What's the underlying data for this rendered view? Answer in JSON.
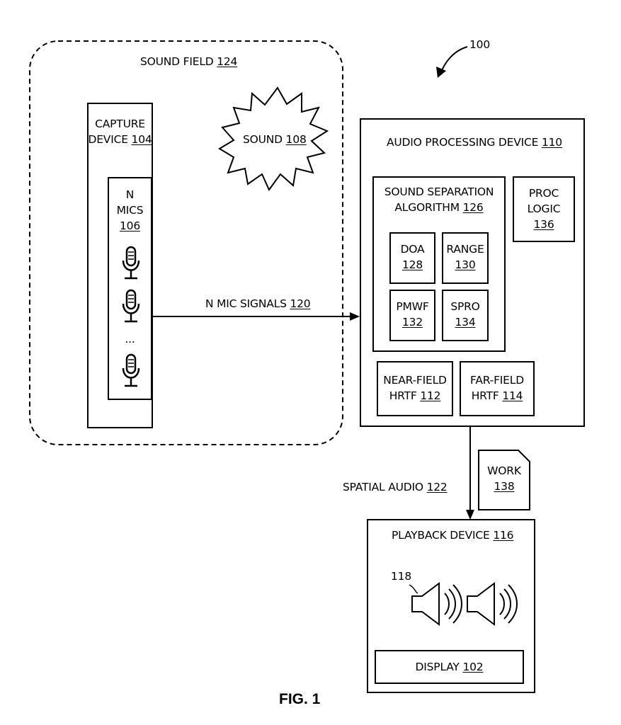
{
  "ref_100": "100",
  "sound_field": {
    "label": "SOUND FIELD",
    "ref": "124"
  },
  "sound": {
    "label": "SOUND",
    "ref": "108"
  },
  "capture_device": {
    "line1": "CAPTURE",
    "line2": "DEVICE",
    "ref": "104"
  },
  "mics": {
    "line1": "N",
    "line2": "MICS",
    "ref": "106",
    "ellipsis": "..."
  },
  "n_mic_signals": {
    "label": "N MIC SIGNALS",
    "ref": "120"
  },
  "audio_processing_device": {
    "label": "AUDIO PROCESSING DEVICE",
    "ref": "110"
  },
  "sound_separation": {
    "line1": "SOUND SEPARATION",
    "line2": "ALGORITHM",
    "ref": "126"
  },
  "doa": {
    "label": "DOA",
    "ref": "128"
  },
  "range": {
    "label": "RANGE",
    "ref": "130"
  },
  "pmwf": {
    "label": "PMWF",
    "ref": "132"
  },
  "spro": {
    "label": "SPRO",
    "ref": "134"
  },
  "proc_logic": {
    "line1": "PROC",
    "line2": "LOGIC",
    "ref": "136"
  },
  "near_field": {
    "line1": "NEAR-FIELD",
    "line2": "HRTF",
    "ref": "112"
  },
  "far_field": {
    "line1": "FAR-FIELD",
    "line2": "HRTF",
    "ref": "114"
  },
  "work": {
    "label": "WORK",
    "ref": "138"
  },
  "spatial_audio": {
    "label": "SPATIAL AUDIO",
    "ref": "122"
  },
  "playback_device": {
    "label": "PLAYBACK DEVICE",
    "ref": "116"
  },
  "speaker_ref": "118",
  "display": {
    "label": "DISPLAY",
    "ref": "102"
  },
  "figure_label": "FIG. 1"
}
